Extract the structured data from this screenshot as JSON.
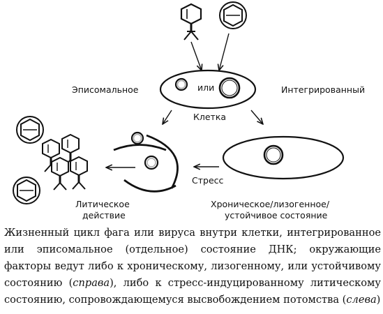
{
  "labels": {
    "episomal": "Эписомальное",
    "or": "или",
    "integrated": "Интегрированный",
    "cell": "Клетка",
    "stress": "Стресс",
    "lytic_line1": "Литическое",
    "lytic_line2": "действие",
    "chronic_line1": "Хроническое/лизогенное/",
    "chronic_line2": "устойчивое состояние"
  },
  "caption": {
    "part1": "Жизненный цикл фага или вируса внутри клетки, интегрированное или эписомальное (отдельное) состояние ДНК; окружающие факторы ведут либо к хроническому, лизогенному, или устойчивому состоянию (",
    "right_word": "справа",
    "part2": "), либо к стресс-индуцированному литическому состоянию, сопровождающемуся высвобождением потомства (",
    "left_word": "слева",
    "part3": ")"
  }
}
